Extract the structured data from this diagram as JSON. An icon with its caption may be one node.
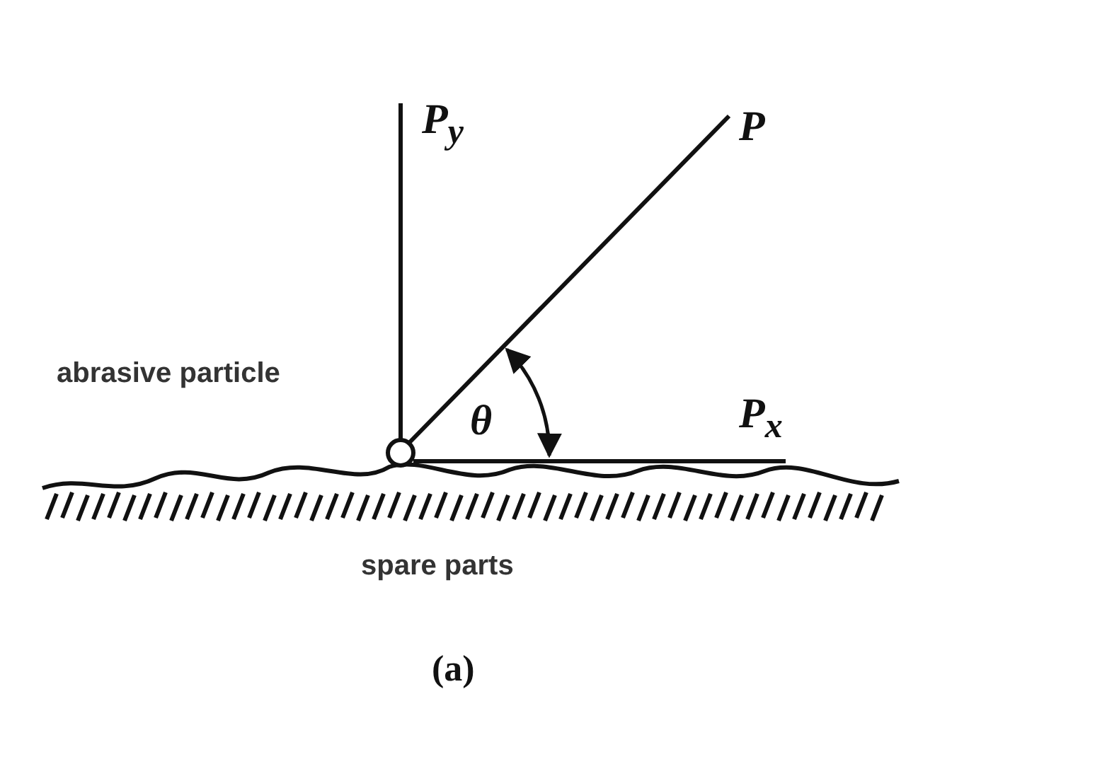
{
  "diagram": {
    "labels": [
      "P$_{y}$",
      "P",
      "abrasive particle",
      "θ",
      "P$_{x}$",
      "spare parts",
      "(a)"
    ]
  }
}
